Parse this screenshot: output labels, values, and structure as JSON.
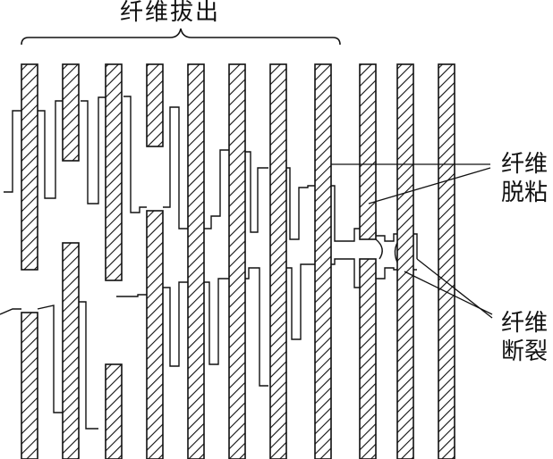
{
  "labels": {
    "fiber_pullout": "纤维拔出",
    "fiber_debonding_line1": "纤维",
    "fiber_debonding_line2": "脱粘",
    "fiber_fracture_line1": "纤维",
    "fiber_fracture_line2": "断裂"
  },
  "colors": {
    "line": "#111111",
    "background": "#ffffff"
  }
}
